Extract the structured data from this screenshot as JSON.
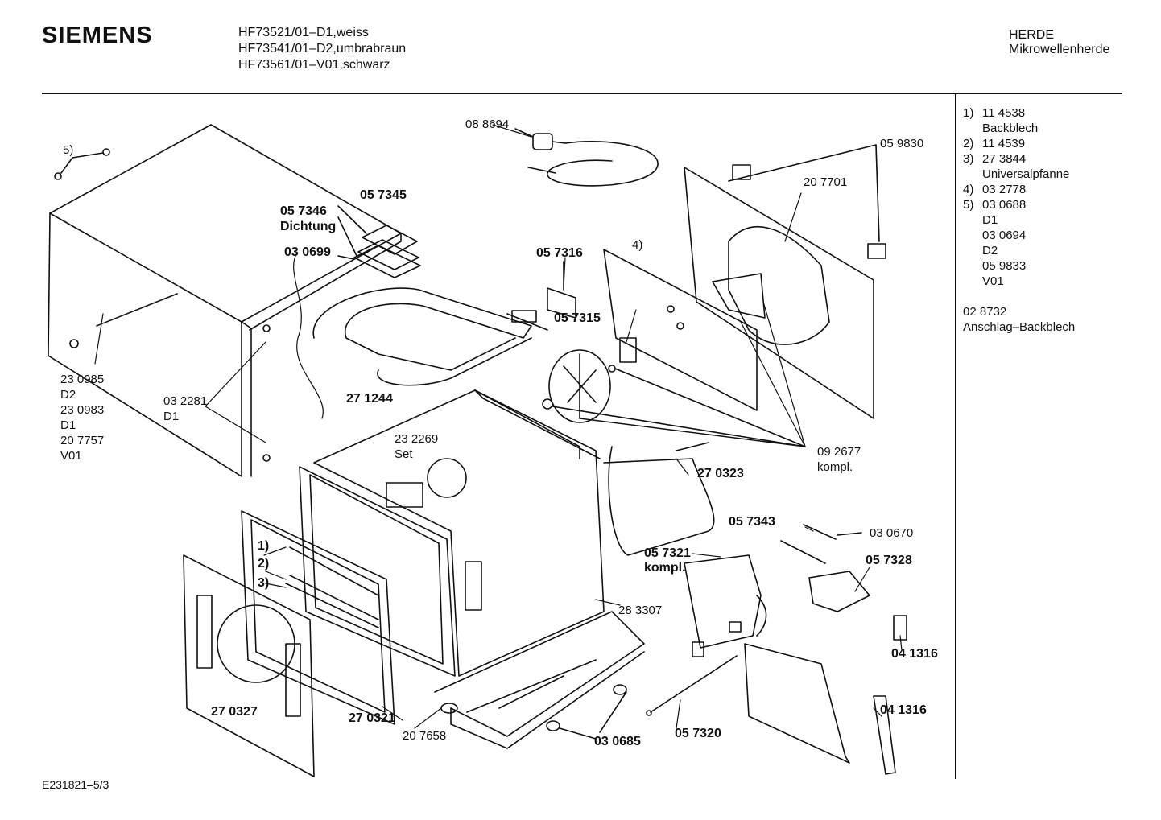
{
  "header": {
    "brand": "SIEMENS",
    "models": [
      "HF73521/01–D1,weiss",
      "HF73541/01–D2,umbrabraun",
      "HF73561/01–V01,schwarz"
    ],
    "category": [
      "HERDE",
      "Mikrowellenherde"
    ]
  },
  "legend": [
    {
      "idx": "1)",
      "lines": [
        "11 4538",
        "Backblech"
      ]
    },
    {
      "idx": "2)",
      "lines": [
        "11 4539"
      ]
    },
    {
      "idx": "3)",
      "lines": [
        "27 3844",
        "Universalpfanne"
      ]
    },
    {
      "idx": "4)",
      "lines": [
        "03 2778"
      ]
    },
    {
      "idx": "5)",
      "lines": [
        "03 0688",
        "D1",
        "03 0694",
        "D2",
        "05 9833",
        "V01"
      ]
    }
  ],
  "legend_extra": [
    "02 8732",
    "Anschlag–Backblech"
  ],
  "footer": "E231821–5/3",
  "part_labels": {
    "p5": "5)",
    "p088694": "08 8694",
    "p059830": "05 9830",
    "p207701": "20 7701",
    "p057345": "05 7345",
    "p057346": "05 7346",
    "dichtung": "Dichtung",
    "p030699": "03 0699",
    "p057316": "05 7316",
    "p4": "4)",
    "p057315": "05 7315",
    "p230985": "23 0985",
    "d2a": "D2",
    "p230983": "23 0983",
    "d1a": "D1",
    "p207757": "20 7757",
    "v01a": "V01",
    "p032281": "03 2281",
    "d1b": "D1",
    "p271244": "27 1244",
    "p232269": "23 2269",
    "set": "Set",
    "p092677": "09 2677",
    "kompl1": "kompl.",
    "p270323": "27 0323",
    "p057343": "05 7343",
    "p030670": "03 0670",
    "p057321": "05 7321",
    "kompl2": "kompl.",
    "p057328": "05 7328",
    "s1": "1)",
    "s2": "2)",
    "s3": "3)",
    "p283307": "28 3307",
    "p041316a": "04 1316",
    "p041316b": "04 1316",
    "p270327": "27 0327",
    "p270321": "27 0321",
    "p207658": "20 7658",
    "p030685": "03 0685",
    "p057320": "05 7320"
  }
}
